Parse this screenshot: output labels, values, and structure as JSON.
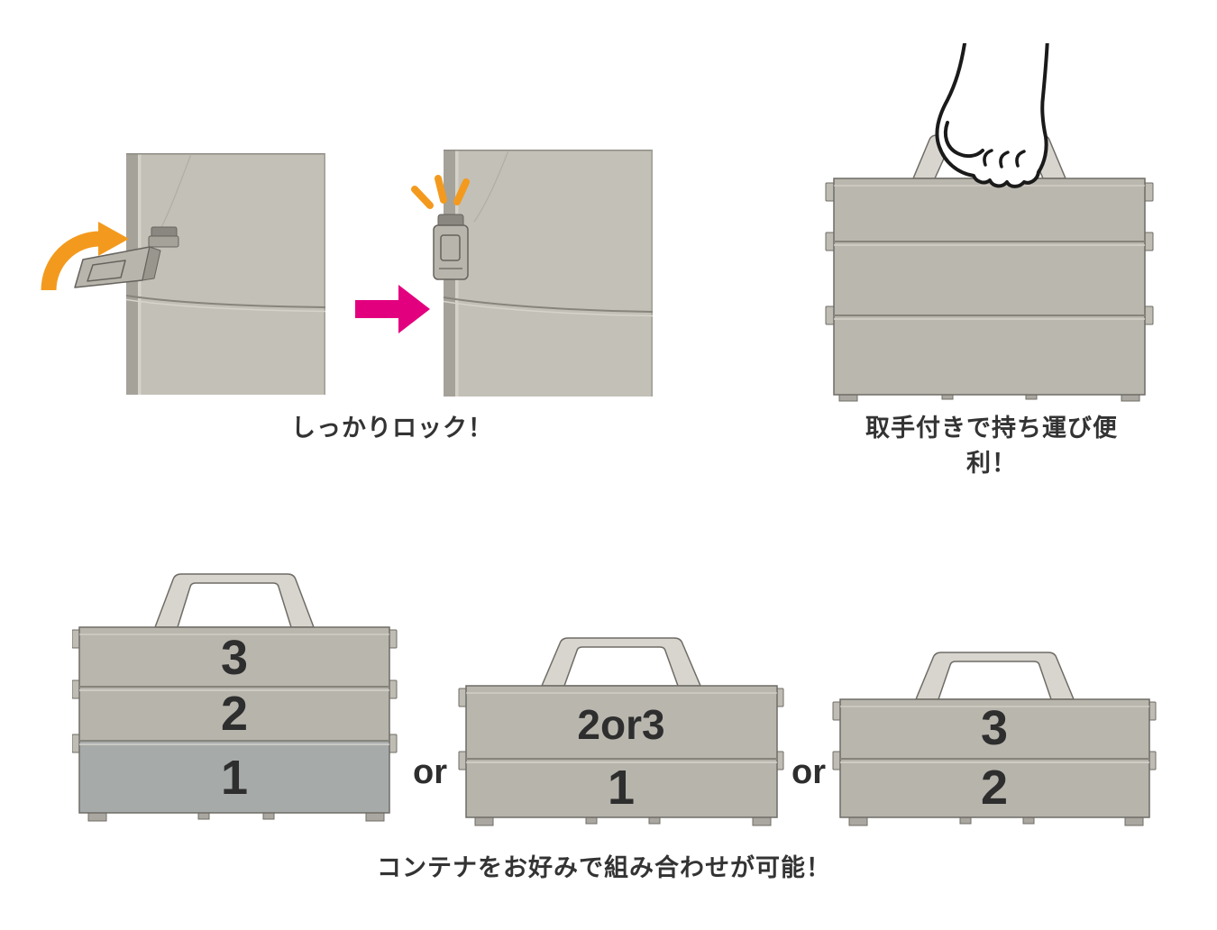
{
  "lock_feature": {
    "caption": "しっかりロック！"
  },
  "handle_feature": {
    "caption": "取手付きで持ち運び便利！"
  },
  "combination_feature": {
    "caption": "コンテナをお好みで組み合わせが可能！",
    "or_label": "or",
    "stacks": [
      {
        "name": "three-tier-stack",
        "tiers": [
          "3",
          "2",
          "1"
        ]
      },
      {
        "name": "two-tier-stack-a",
        "tiers": [
          "2or3",
          "1"
        ]
      },
      {
        "name": "two-tier-stack-b",
        "tiers": [
          "3",
          "2"
        ]
      }
    ]
  },
  "graphics": {
    "flip_arrow": "orange-curved-arrow",
    "transition_arrow": "pink-right-arrow",
    "emphasis": "lock-click-sparkle"
  },
  "colors": {
    "container_gray": "#b9b6ae",
    "container_blue_gray": "#a6abaa",
    "accent_orange": "#f39a1e",
    "accent_pink": "#e3007f",
    "text": "#2e2e2e"
  }
}
